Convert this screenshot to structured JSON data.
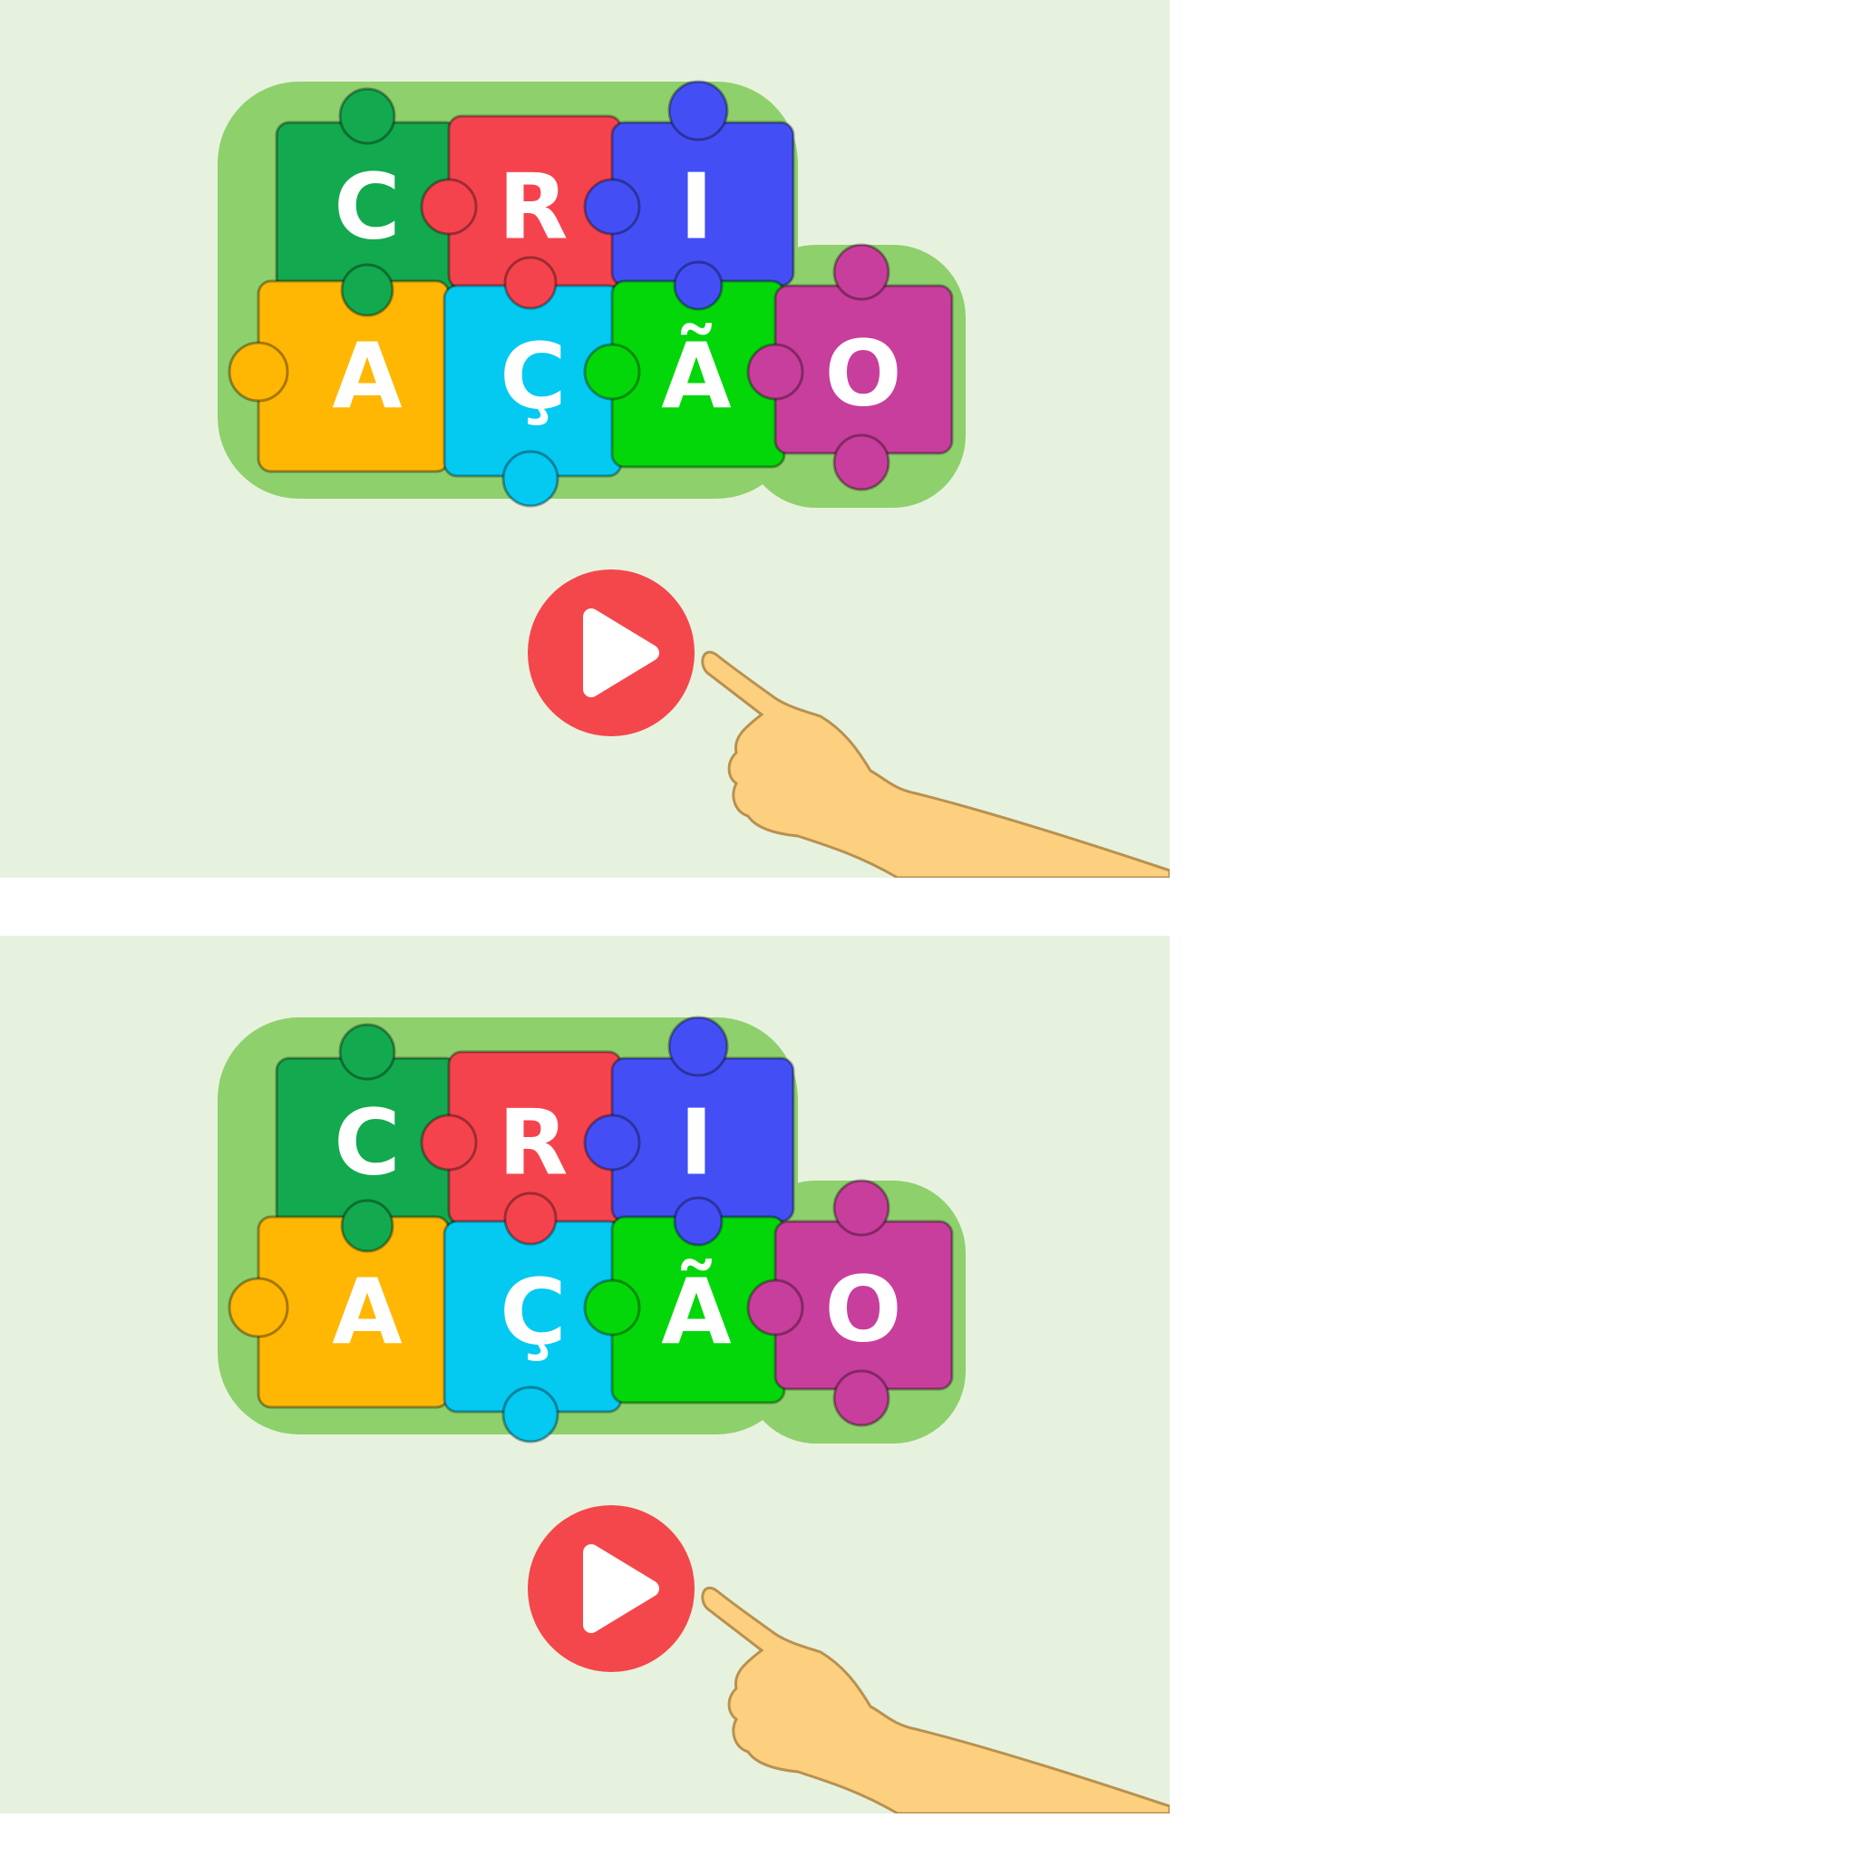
{
  "colors": {
    "background": "#e7f2de",
    "page": "#ffffff",
    "glow": "#8ed06c",
    "play_button": "#f4474b",
    "play_icon": "#ffffff",
    "hand": "#fcd07e",
    "hand_outline": "#b89150",
    "letter": "#ffffff"
  },
  "panels": [
    {
      "pieces": [
        {
          "letter": "C",
          "color": "#13a94f",
          "row": 1,
          "col": 1
        },
        {
          "letter": "R",
          "color": "#f5434d",
          "row": 1,
          "col": 2
        },
        {
          "letter": "I",
          "color": "#434ff5",
          "row": 1,
          "col": 3
        },
        {
          "letter": "A",
          "color": "#ffb703",
          "row": 2,
          "col": 1
        },
        {
          "letter": "Ç",
          "color": "#04c9f0",
          "row": 2,
          "col": 2
        },
        {
          "letter": "Ã",
          "color": "#03d70a",
          "row": 2,
          "col": 3
        },
        {
          "letter": "O",
          "color": "#c83e9c",
          "row": 2,
          "col": 4
        }
      ],
      "play_button": {
        "icon": "play-icon"
      },
      "pointer": {
        "icon": "pointing-hand-icon"
      }
    },
    {
      "pieces": [
        {
          "letter": "C",
          "color": "#13a94f",
          "row": 1,
          "col": 1
        },
        {
          "letter": "R",
          "color": "#f5434d",
          "row": 1,
          "col": 2
        },
        {
          "letter": "I",
          "color": "#434ff5",
          "row": 1,
          "col": 3
        },
        {
          "letter": "A",
          "color": "#ffb703",
          "row": 2,
          "col": 1
        },
        {
          "letter": "Ç",
          "color": "#04c9f0",
          "row": 2,
          "col": 2
        },
        {
          "letter": "Ã",
          "color": "#03d70a",
          "row": 2,
          "col": 3
        },
        {
          "letter": "O",
          "color": "#c83e9c",
          "row": 2,
          "col": 4
        }
      ],
      "play_button": {
        "icon": "play-icon"
      },
      "pointer": {
        "icon": "pointing-hand-icon"
      }
    }
  ]
}
